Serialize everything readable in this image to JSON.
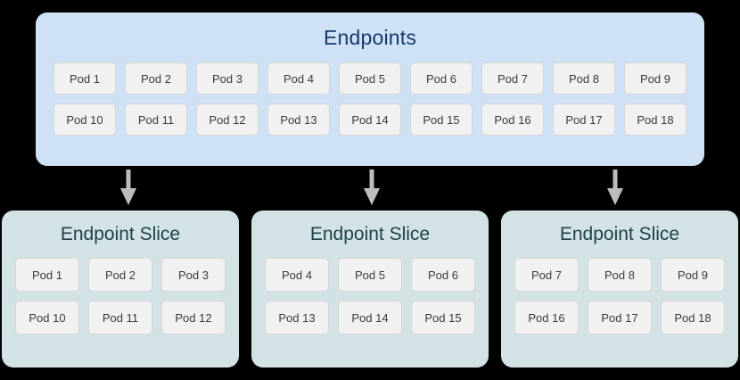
{
  "diagram": {
    "background_color": "#000000",
    "endpoints": {
      "title": "Endpoints",
      "panel_color": "#cfe1f5",
      "title_color": "#143b6b",
      "rows": [
        [
          "Pod 1",
          "Pod 2",
          "Pod 3",
          "Pod 4",
          "Pod 5",
          "Pod 6",
          "Pod 7",
          "Pod 8",
          "Pod 9"
        ],
        [
          "Pod 10",
          "Pod 11",
          "Pod 12",
          "Pod 13",
          "Pod 14",
          "Pod 15",
          "Pod 16",
          "Pod 17",
          "Pod 18"
        ]
      ]
    },
    "arrows": [
      {
        "name": "arrow-to-slice-1",
        "direction": "down",
        "color": "#bdbdbd"
      },
      {
        "name": "arrow-to-slice-2",
        "direction": "down",
        "color": "#bdbdbd"
      },
      {
        "name": "arrow-to-slice-3",
        "direction": "down",
        "color": "#bdbdbd"
      }
    ],
    "slices": [
      {
        "title": "Endpoint Slice",
        "panel_color": "#d3e3e5",
        "title_color": "#1d4149",
        "rows": [
          [
            "Pod 1",
            "Pod 2",
            "Pod 3"
          ],
          [
            "Pod 10",
            "Pod 11",
            "Pod 12"
          ]
        ]
      },
      {
        "title": "Endpoint Slice",
        "panel_color": "#d3e3e5",
        "title_color": "#1d4149",
        "rows": [
          [
            "Pod 4",
            "Pod 5",
            "Pod 6"
          ],
          [
            "Pod 13",
            "Pod 14",
            "Pod 15"
          ]
        ]
      },
      {
        "title": "Endpoint Slice",
        "panel_color": "#d3e3e5",
        "title_color": "#1d4149",
        "rows": [
          [
            "Pod 7",
            "Pod 8",
            "Pod 9"
          ],
          [
            "Pod 16",
            "Pod 17",
            "Pod 18"
          ]
        ]
      }
    ]
  }
}
